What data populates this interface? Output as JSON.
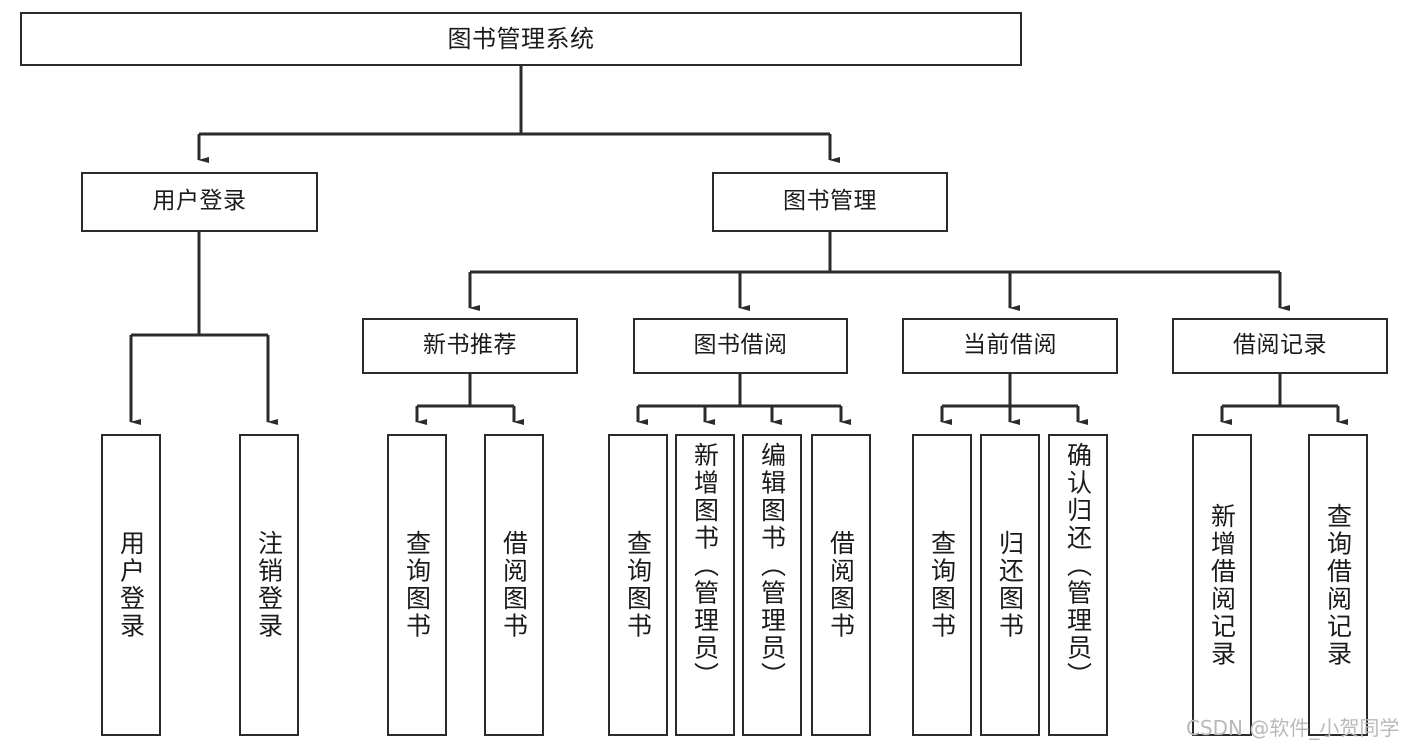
{
  "diagram": {
    "title": "图书管理系统",
    "type": "tree",
    "orientation": "top-down",
    "colors": {
      "box_border": "#2b2b2b",
      "box_fill": "#ffffff",
      "edge": "#2b2b2b",
      "text": "#1b1b1b",
      "watermark": "#b9b9b9",
      "background": "#ffffff"
    },
    "nodes": {
      "root": {
        "label": "图书管理系统"
      },
      "level2": [
        {
          "id": "user-login",
          "label": "用户登录"
        },
        {
          "id": "book-management",
          "label": "图书管理"
        }
      ],
      "level3": [
        {
          "id": "new-book-recommend",
          "label": "新书推荐"
        },
        {
          "id": "book-borrow",
          "label": "图书借阅"
        },
        {
          "id": "current-borrow",
          "label": "当前借阅"
        },
        {
          "id": "borrow-record",
          "label": "借阅记录"
        }
      ],
      "leaves": {
        "user-login": [
          {
            "id": "leaf-user-login",
            "label": "用户登录"
          },
          {
            "id": "leaf-logout",
            "label": "注销登录"
          }
        ],
        "new-book-recommend": [
          {
            "id": "leaf-query-book-1",
            "label": "查询图书"
          },
          {
            "id": "leaf-borrow-book-1",
            "label": "借阅图书"
          }
        ],
        "book-borrow": [
          {
            "id": "leaf-query-book-2",
            "label": "查询图书"
          },
          {
            "id": "leaf-add-book",
            "label": "新增图书（管理员）"
          },
          {
            "id": "leaf-edit-book",
            "label": "编辑图书（管理员）"
          },
          {
            "id": "leaf-borrow-book-2",
            "label": "借阅图书"
          }
        ],
        "current-borrow": [
          {
            "id": "leaf-query-book-3",
            "label": "查询图书"
          },
          {
            "id": "leaf-return-book",
            "label": "归还图书"
          },
          {
            "id": "leaf-confirm-return",
            "label": "确认归还（管理员）"
          }
        ],
        "borrow-record": [
          {
            "id": "leaf-add-record",
            "label": "新增借阅记录"
          },
          {
            "id": "leaf-query-record",
            "label": "查询借阅记录"
          }
        ]
      }
    },
    "watermark": "CSDN @软件_小贺同学"
  }
}
